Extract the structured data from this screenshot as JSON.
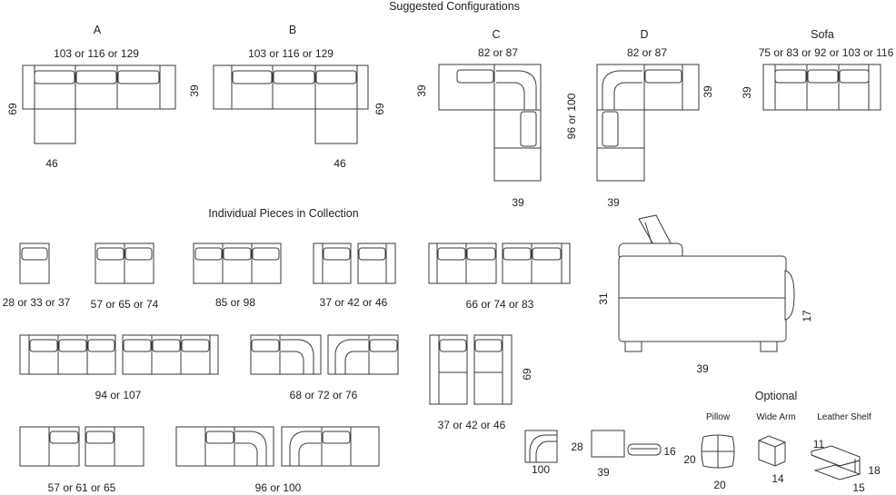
{
  "headings": {
    "suggested": "Suggested Configurations",
    "individual": "Individual Pieces in Collection",
    "optional": "Optional"
  },
  "configs": {
    "a": {
      "name": "A",
      "width": "103 or 116 or 129",
      "depth": "69",
      "chaise": "46"
    },
    "b": {
      "name": "B",
      "width": "103 or 116 or 129",
      "left_depth": "39",
      "depth": "69",
      "chaise": "46"
    },
    "c": {
      "name": "C",
      "width": "82 or 87",
      "depth": "39",
      "bottom": "39"
    },
    "d": {
      "name": "D",
      "width": "82 or 87",
      "side": "96 or 100",
      "depth": "39",
      "bottom": "39"
    },
    "sofa": {
      "name": "Sofa",
      "width": "75 or 83 or 92 or 103 or 116",
      "depth": "39"
    }
  },
  "pieces": {
    "p1": "28 or 33 or 37",
    "p2": "57 or 65 or 74",
    "p3": "85 or 98",
    "p4": "37 or 42 or 46",
    "p5": "66 or 74 or 83",
    "p6": "94 or 107",
    "p7": "68 or 72 or 76",
    "p8_w": "37 or 42 or 46",
    "p8_h": "69",
    "p9": "57 or 61 or 65",
    "p10": "96 or 100"
  },
  "side_view": {
    "height": "31",
    "arm": "17",
    "depth": "39"
  },
  "optional": {
    "corner": "100",
    "ottoman_h": "28",
    "ottoman_w": "39",
    "ottoman_low": "16",
    "pillow_label": "Pillow",
    "pillow_h": "20",
    "pillow_w": "20",
    "wide_arm_label": "Wide Arm",
    "wide_arm_w": "14",
    "shelf_label": "Leather Shelf",
    "shelf_a": "11",
    "shelf_b": "18",
    "shelf_c": "15"
  }
}
